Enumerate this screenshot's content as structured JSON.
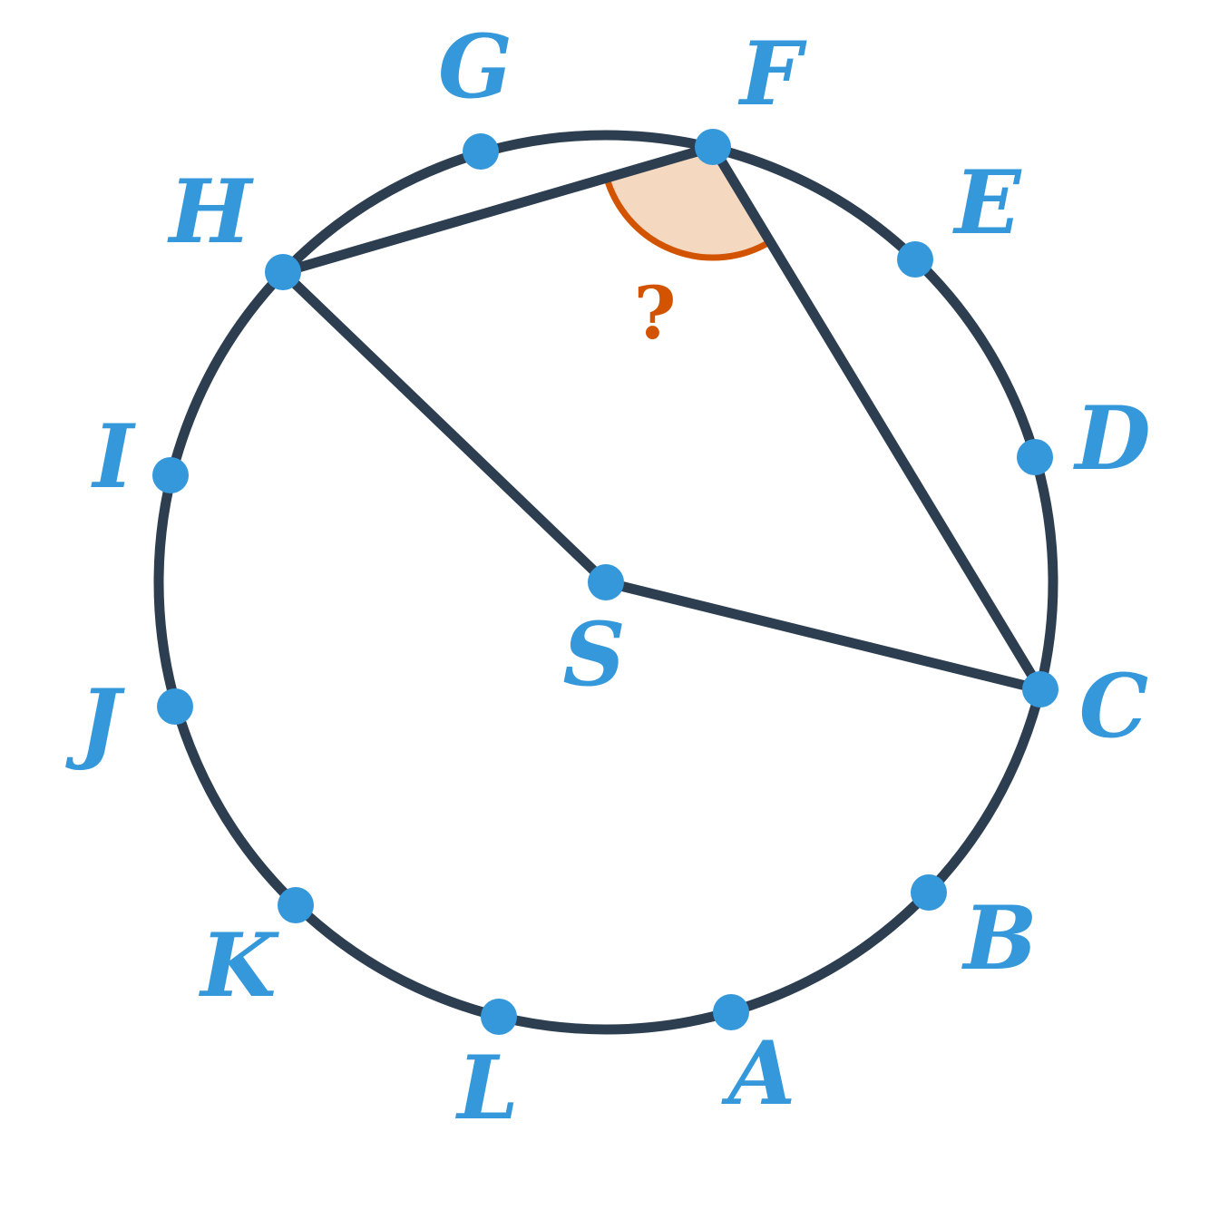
{
  "colors": {
    "stroke": "#2c3e50",
    "point": "#3498db",
    "label": "#3498db",
    "angle_stroke": "#d35400",
    "angle_fill": "#f5d8c0",
    "angle_label": "#d35400"
  },
  "circle": {
    "center_label": "S"
  },
  "points": [
    {
      "id": "A",
      "label": "A"
    },
    {
      "id": "B",
      "label": "B"
    },
    {
      "id": "C",
      "label": "C"
    },
    {
      "id": "D",
      "label": "D"
    },
    {
      "id": "E",
      "label": "E"
    },
    {
      "id": "F",
      "label": "F"
    },
    {
      "id": "G",
      "label": "G"
    },
    {
      "id": "H",
      "label": "H"
    },
    {
      "id": "I",
      "label": "I"
    },
    {
      "id": "J",
      "label": "J"
    },
    {
      "id": "K",
      "label": "K"
    },
    {
      "id": "L",
      "label": "L"
    }
  ],
  "segments": [
    {
      "from": "H",
      "to": "F"
    },
    {
      "from": "F",
      "to": "C"
    },
    {
      "from": "H",
      "to": "S"
    },
    {
      "from": "S",
      "to": "C"
    }
  ],
  "angle_mark": {
    "vertex": "F",
    "between": [
      "H",
      "C"
    ],
    "label": "?"
  }
}
